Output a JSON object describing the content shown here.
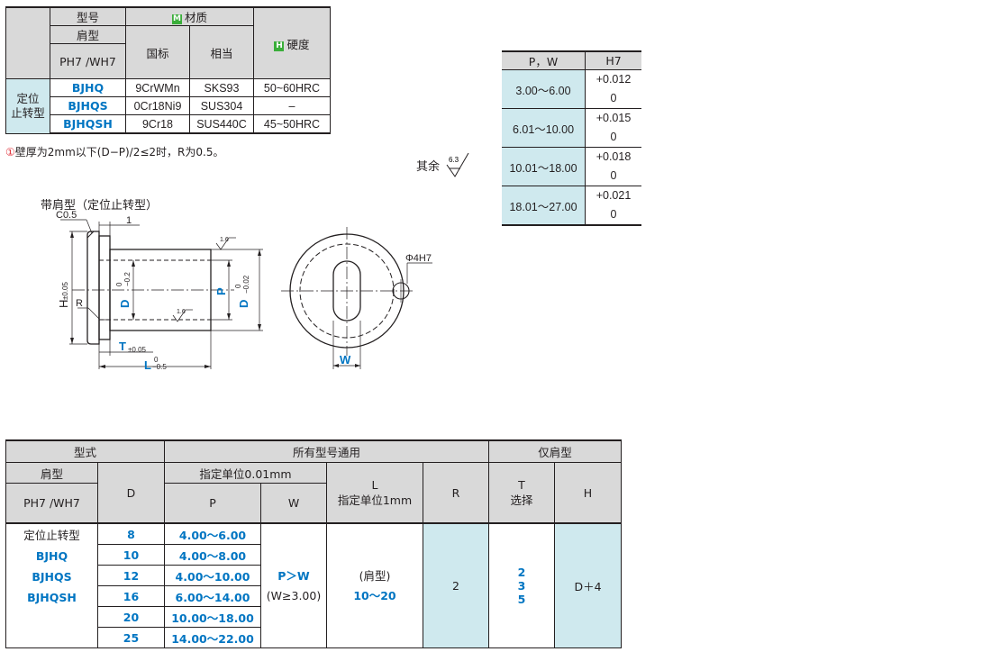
{
  "material_table": {
    "header": {
      "model": "型号",
      "shoulder": "肩型",
      "fit": "PH7 /WH7",
      "material_badge": "M",
      "material": "材质",
      "gb": "国标",
      "equivalent": "相当",
      "hardness_badge": "H",
      "hardness": "硬度"
    },
    "type_label": "定位\n止转型",
    "rows": [
      {
        "code": "BJHQ",
        "gb": "9CrWMn",
        "eq": "SKS93",
        "hardness": "50~60HRC"
      },
      {
        "code": "BJHQS",
        "gb": "0Cr18Ni9",
        "eq": "SUS304",
        "hardness": "–"
      },
      {
        "code": "BJHQSH",
        "gb": "9Cr18",
        "eq": "SUS440C",
        "hardness": "45~50HRC"
      }
    ]
  },
  "note": {
    "mark": "①",
    "text": "壁厚为2mm以下(D−P)/2≤2时，R为0.5。"
  },
  "tolerance_table": {
    "headers": [
      "P，W",
      "H7"
    ],
    "rows": [
      {
        "range": "3.00～6.00",
        "upper": "+0.012",
        "lower": "0"
      },
      {
        "range": "6.01～10.00",
        "upper": "+0.015",
        "lower": "0"
      },
      {
        "range": "10.01～18.00",
        "upper": "+0.018",
        "lower": "0"
      },
      {
        "range": "18.01～27.00",
        "upper": "+0.021",
        "lower": "0"
      }
    ]
  },
  "surface": {
    "label": "其余",
    "value": "6.3"
  },
  "figure": {
    "title": "带肩型（定位止转型）",
    "chamfer": "C0.5",
    "dim_1": "1",
    "H": "H",
    "H_tol": "±0.05",
    "R": "R",
    "D": "D",
    "D_tol_u": "0",
    "D_tol_l": "−0.2",
    "P": "P",
    "D2_tol_u": "0",
    "D2_tol_l": "−0.02",
    "rough1": "1.6",
    "rough2": "1.6",
    "T": "T",
    "T_tol": "±0.05",
    "L": "L",
    "L_tol_u": "0",
    "L_tol_l": "−0.5",
    "W": "W",
    "phi": "Φ4H7"
  },
  "spec_table": {
    "h_type": "型式",
    "h_all": "所有型号通用",
    "h_shoulder_only": "仅肩型",
    "h_shoulder": "肩型",
    "h_fit": "PH7 /WH7",
    "h_D": "D",
    "h_unit001": "指定单位0.01mm",
    "h_P": "P",
    "h_W": "W",
    "h_L": "L",
    "h_L_unit": "指定单位1mm",
    "h_R": "R",
    "h_T": "T",
    "h_T_sel": "选择",
    "h_H": "H",
    "types": [
      "定位止转型",
      "BJHQ",
      "BJHQS",
      "BJHQSH"
    ],
    "D_values": [
      "8",
      "10",
      "12",
      "16",
      "20",
      "25"
    ],
    "P_values": [
      "4.00～6.00",
      "4.00～8.00",
      "4.00～10.00",
      "6.00～14.00",
      "10.00～18.00",
      "14.00～22.00"
    ],
    "W_rule": "P＞W",
    "W_min": "(W≥3.00)",
    "L_note": "(肩型)",
    "L_range": "10～20",
    "R_value": "2",
    "T_values": [
      "2",
      "3",
      "5"
    ],
    "H_value": "D＋4"
  }
}
